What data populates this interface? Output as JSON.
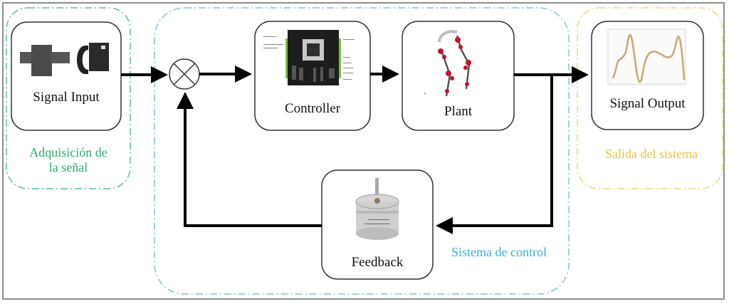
{
  "diagram": {
    "type": "closed-loop control block diagram",
    "groups": [
      {
        "id": "acquisition",
        "label": "Adquisición de la señal",
        "label_lines": [
          "Adquisición de",
          "la señal"
        ],
        "color": "#2eaa6e"
      },
      {
        "id": "control",
        "label": "Sistema de control",
        "color": "#3aaed8"
      },
      {
        "id": "output",
        "label": "Salida del sistema",
        "color": "#e6c340"
      }
    ],
    "blocks": [
      {
        "id": "signal-input",
        "label": "Signal Input",
        "image": "wearable-sensor-bands"
      },
      {
        "id": "controller",
        "label": "Controller",
        "image": "embedded-board"
      },
      {
        "id": "plant",
        "label": "Plant",
        "image": "leg-skeleton-model"
      },
      {
        "id": "signal-output",
        "label": "Signal Output",
        "image": "signal-plot"
      },
      {
        "id": "feedback",
        "label": "Feedback",
        "image": "rotary-potentiometer"
      }
    ],
    "summing_junction": {
      "symbol": "⊗"
    },
    "connections": [
      {
        "from": "signal-input",
        "to": "summing-junction"
      },
      {
        "from": "summing-junction",
        "to": "controller"
      },
      {
        "from": "controller",
        "to": "plant"
      },
      {
        "from": "plant",
        "to": "signal-output"
      },
      {
        "from": "plant",
        "to": "feedback"
      },
      {
        "from": "feedback",
        "to": "summing-junction"
      }
    ]
  },
  "colors": {
    "frame": "#8e8e8e",
    "arrow": "#000000",
    "block_border": "#333333"
  }
}
